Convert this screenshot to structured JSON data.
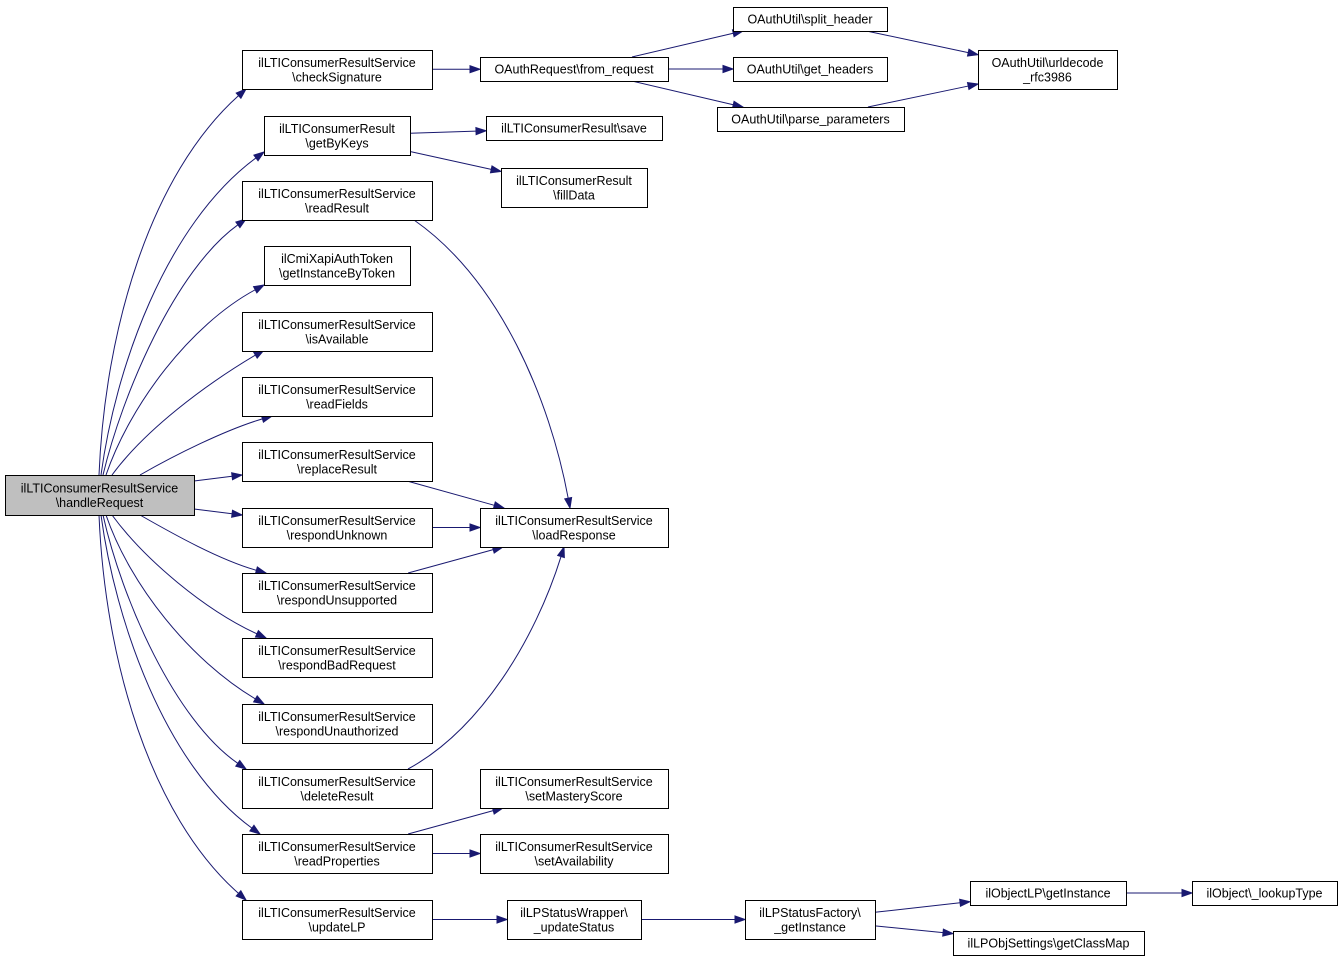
{
  "colors": {
    "edge": "#191970",
    "node_fill": "#ffffff",
    "root_fill": "#bfbfbf",
    "node_border": "#000000"
  },
  "nodes": [
    {
      "id": "root",
      "lines": [
        "ilLTIConsumerResultService",
        "\\handleRequest"
      ],
      "root": true
    },
    {
      "id": "checkSignature",
      "lines": [
        "ilLTIConsumerResultService",
        "\\checkSignature"
      ]
    },
    {
      "id": "getByKeys",
      "lines": [
        "ilLTIConsumerResult",
        "\\getByKeys"
      ]
    },
    {
      "id": "readResult",
      "lines": [
        "ilLTIConsumerResultService",
        "\\readResult"
      ]
    },
    {
      "id": "getInstanceByToken",
      "lines": [
        "ilCmiXapiAuthToken",
        "\\getInstanceByToken"
      ]
    },
    {
      "id": "isAvailable",
      "lines": [
        "ilLTIConsumerResultService",
        "\\isAvailable"
      ]
    },
    {
      "id": "readFields",
      "lines": [
        "ilLTIConsumerResultService",
        "\\readFields"
      ]
    },
    {
      "id": "replaceResult",
      "lines": [
        "ilLTIConsumerResultService",
        "\\replaceResult"
      ]
    },
    {
      "id": "respondUnknown",
      "lines": [
        "ilLTIConsumerResultService",
        "\\respondUnknown"
      ]
    },
    {
      "id": "respondUnsupported",
      "lines": [
        "ilLTIConsumerResultService",
        "\\respondUnsupported"
      ]
    },
    {
      "id": "respondBadRequest",
      "lines": [
        "ilLTIConsumerResultService",
        "\\respondBadRequest"
      ]
    },
    {
      "id": "respondUnauthorized",
      "lines": [
        "ilLTIConsumerResultService",
        "\\respondUnauthorized"
      ]
    },
    {
      "id": "deleteResult",
      "lines": [
        "ilLTIConsumerResultService",
        "\\deleteResult"
      ]
    },
    {
      "id": "readProperties",
      "lines": [
        "ilLTIConsumerResultService",
        "\\readProperties"
      ]
    },
    {
      "id": "updateLP",
      "lines": [
        "ilLTIConsumerResultService",
        "\\updateLP"
      ]
    },
    {
      "id": "fromRequest",
      "lines": [
        "OAuthRequest\\from_request"
      ]
    },
    {
      "id": "save",
      "lines": [
        "ilLTIConsumerResult\\save"
      ]
    },
    {
      "id": "fillData",
      "lines": [
        "ilLTIConsumerResult",
        "\\fillData"
      ]
    },
    {
      "id": "loadResponse",
      "lines": [
        "ilLTIConsumerResultService",
        "\\loadResponse"
      ]
    },
    {
      "id": "setMasteryScore",
      "lines": [
        "ilLTIConsumerResultService",
        "\\setMasteryScore"
      ]
    },
    {
      "id": "setAvailability",
      "lines": [
        "ilLTIConsumerResultService",
        "\\setAvailability"
      ]
    },
    {
      "id": "updateStatus",
      "lines": [
        "ilLPStatusWrapper\\",
        "_updateStatus"
      ]
    },
    {
      "id": "splitHeader",
      "lines": [
        "OAuthUtil\\split_header"
      ]
    },
    {
      "id": "getHeaders",
      "lines": [
        "OAuthUtil\\get_headers"
      ]
    },
    {
      "id": "parseParameters",
      "lines": [
        "OAuthUtil\\parse_parameters"
      ]
    },
    {
      "id": "urldecode",
      "lines": [
        "OAuthUtil\\urldecode",
        "_rfc3986"
      ]
    },
    {
      "id": "lpGetInstance",
      "lines": [
        "ilLPStatusFactory\\",
        "_getInstance"
      ]
    },
    {
      "id": "objectLPGetInstance",
      "lines": [
        "ilObjectLP\\getInstance"
      ]
    },
    {
      "id": "getClassMap",
      "lines": [
        "ilLPObjSettings\\getClassMap"
      ]
    },
    {
      "id": "lookupType",
      "lines": [
        "ilObject\\_lookupType"
      ]
    }
  ],
  "edges": [
    [
      "root",
      "checkSignature"
    ],
    [
      "root",
      "getByKeys"
    ],
    [
      "root",
      "readResult"
    ],
    [
      "root",
      "getInstanceByToken"
    ],
    [
      "root",
      "isAvailable"
    ],
    [
      "root",
      "readFields"
    ],
    [
      "root",
      "replaceResult"
    ],
    [
      "root",
      "respondUnknown"
    ],
    [
      "root",
      "respondUnsupported"
    ],
    [
      "root",
      "respondBadRequest"
    ],
    [
      "root",
      "respondUnauthorized"
    ],
    [
      "root",
      "deleteResult"
    ],
    [
      "root",
      "readProperties"
    ],
    [
      "root",
      "updateLP"
    ],
    [
      "checkSignature",
      "fromRequest"
    ],
    [
      "fromRequest",
      "splitHeader"
    ],
    [
      "fromRequest",
      "getHeaders"
    ],
    [
      "fromRequest",
      "parseParameters"
    ],
    [
      "splitHeader",
      "urldecode"
    ],
    [
      "parseParameters",
      "urldecode"
    ],
    [
      "getByKeys",
      "save"
    ],
    [
      "getByKeys",
      "fillData"
    ],
    [
      "readResult",
      "loadResponse"
    ],
    [
      "replaceResult",
      "loadResponse"
    ],
    [
      "respondUnknown",
      "loadResponse"
    ],
    [
      "respondUnsupported",
      "loadResponse"
    ],
    [
      "deleteResult",
      "loadResponse"
    ],
    [
      "readProperties",
      "setMasteryScore"
    ],
    [
      "readProperties",
      "setAvailability"
    ],
    [
      "updateLP",
      "updateStatus"
    ],
    [
      "updateStatus",
      "lpGetInstance"
    ],
    [
      "lpGetInstance",
      "objectLPGetInstance"
    ],
    [
      "lpGetInstance",
      "getClassMap"
    ],
    [
      "objectLPGetInstance",
      "lookupType"
    ]
  ]
}
